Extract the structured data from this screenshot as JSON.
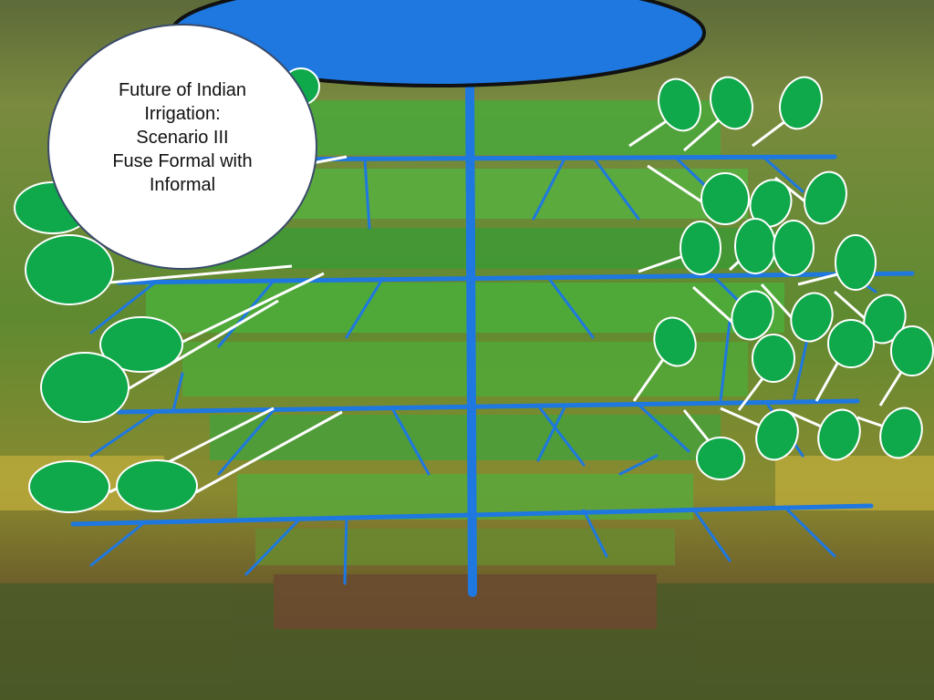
{
  "slide": {
    "title_lines": [
      "Future of Indian",
      "Irrigation:",
      "Scenario III",
      "Fuse Formal with",
      "Informal"
    ]
  },
  "colors": {
    "canal": "#1e78e0",
    "leaf": "#0fa84a",
    "stem": "#ffffff",
    "field_green": "#4caf3a",
    "background_earth": "#6b5a2e"
  }
}
